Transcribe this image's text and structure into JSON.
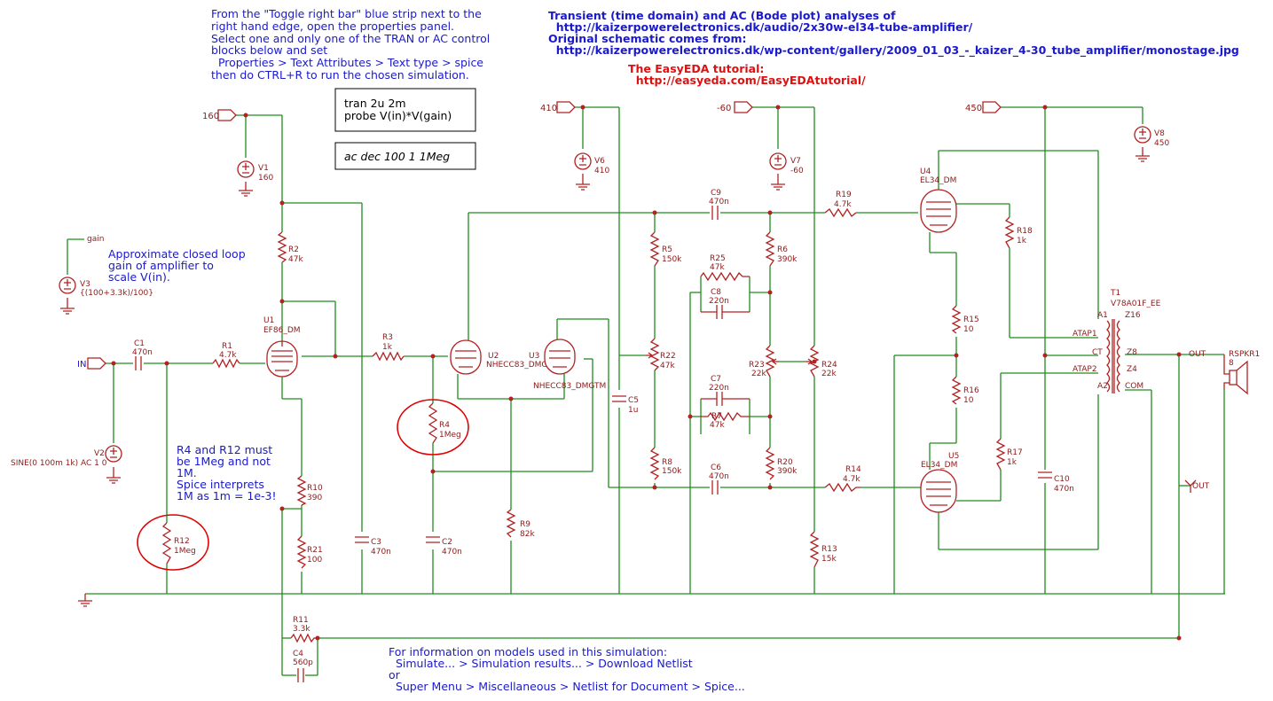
{
  "notes": {
    "intro": [
      "From the \"Toggle right bar\" blue strip next to the",
      "right hand edge, open the properties panel.",
      "Select one and only one of the TRAN or AC control",
      "blocks below and set",
      "  Properties > Text Attributes > Text type > spice",
      "then do CTRL+R to run the chosen simulation."
    ],
    "analyses": [
      "Transient (time domain) and AC (Bode plot) analyses of",
      "  http://kaizerpowerelectronics.dk/audio/2x30w-el34-tube-amplifier/",
      "Original schematic comes from:",
      "  http://kaizerpowerelectronics.dk/wp-content/gallery/2009_01_03_-_kaizer_4-30_tube_amplifier/monostage.jpg"
    ],
    "tutorial": [
      "The EasyEDA tutorial:",
      "  http://easyeda.com/EasyEDAtutorial/"
    ],
    "gain": [
      "Approximate closed loop",
      "gain of amplifier to",
      "scale V(in)."
    ],
    "r4r12": [
      "R4 and R12 must",
      "be 1Meg and not",
      "1M.",
      "Spice interprets",
      "1M as 1m = 1e-3!"
    ],
    "models": [
      "For information on models used in this simulation:",
      "  Simulate... > Simulation results... > Download Netlist",
      "or",
      "  Super Menu > Miscellaneous > Netlist for Document > Spice..."
    ]
  },
  "spice": {
    "tran": [
      "tran 2u 2m",
      "probe V(in)*V(gain)"
    ],
    "ac": "ac dec 100 1 1Meg"
  },
  "nets": {
    "v160": "160",
    "v410": "410",
    "vneg60": "-60",
    "v450": "450",
    "gain": "gain",
    "in": "IN",
    "out": "OUT",
    "out2": "OUT"
  },
  "components": {
    "V1": {
      "ref": "V1",
      "value": "160"
    },
    "V2": {
      "ref": "V2",
      "value": "SINE(0 100m 1k) AC 1 0"
    },
    "V3": {
      "ref": "V3",
      "value": "{(100+3.3k)/100}"
    },
    "V6": {
      "ref": "V6",
      "value": "410"
    },
    "V7": {
      "ref": "V7",
      "value": "-60"
    },
    "V8": {
      "ref": "V8",
      "value": "450"
    },
    "R1": {
      "ref": "R1",
      "value": "4.7k"
    },
    "R2": {
      "ref": "R2",
      "value": "47k"
    },
    "R3": {
      "ref": "R3",
      "value": "1k"
    },
    "R4": {
      "ref": "R4",
      "value": "1Meg"
    },
    "R5": {
      "ref": "R5",
      "value": "150k"
    },
    "R6": {
      "ref": "R6",
      "value": "390k"
    },
    "R7": {
      "ref": "R7",
      "value": "47k"
    },
    "R8": {
      "ref": "R8",
      "value": "150k"
    },
    "R9": {
      "ref": "R9",
      "value": "82k"
    },
    "R10": {
      "ref": "R10",
      "value": "390"
    },
    "R11": {
      "ref": "R11",
      "value": "3.3k"
    },
    "R12": {
      "ref": "R12",
      "value": "1Meg"
    },
    "R13": {
      "ref": "R13",
      "value": "15k"
    },
    "R14": {
      "ref": "R14",
      "value": "4.7k"
    },
    "R15": {
      "ref": "R15",
      "value": "10"
    },
    "R16": {
      "ref": "R16",
      "value": "10"
    },
    "R17": {
      "ref": "R17",
      "value": "1k"
    },
    "R18": {
      "ref": "R18",
      "value": "1k"
    },
    "R19": {
      "ref": "R19",
      "value": "4.7k"
    },
    "R20": {
      "ref": "R20",
      "value": "390k"
    },
    "R21": {
      "ref": "R21",
      "value": "100"
    },
    "R22": {
      "ref": "R22",
      "value": "47k"
    },
    "R23": {
      "ref": "R23",
      "value": "22k"
    },
    "R24": {
      "ref": "R24",
      "value": "22k"
    },
    "R25": {
      "ref": "R25",
      "value": "47k"
    },
    "C1": {
      "ref": "C1",
      "value": "470n"
    },
    "C2": {
      "ref": "C2",
      "value": "470n"
    },
    "C3": {
      "ref": "C3",
      "value": "470n"
    },
    "C4": {
      "ref": "C4",
      "value": "560p"
    },
    "C5": {
      "ref": "C5",
      "value": "1u"
    },
    "C6": {
      "ref": "C6",
      "value": "470n"
    },
    "C7": {
      "ref": "C7",
      "value": "220n"
    },
    "C8": {
      "ref": "C8",
      "value": "220n"
    },
    "C9": {
      "ref": "C9",
      "value": "470n"
    },
    "C10": {
      "ref": "C10",
      "value": "470n"
    },
    "U1": {
      "ref": "U1",
      "value": "EF86_DM"
    },
    "U2": {
      "ref": "U2",
      "value": "NHECC83_DMGTM"
    },
    "U3": {
      "ref": "U3",
      "value": "NHECC83_DMGTM"
    },
    "U4": {
      "ref": "U4",
      "value": "EL34_DM"
    },
    "U5": {
      "ref": "U5",
      "value": "EL34_DM"
    },
    "T1": {
      "ref": "T1",
      "value": "V78A01F_EE",
      "pins": {
        "a1": "A1",
        "atap1": "ATAP1",
        "ct": "CT",
        "atap2": "ATAP2",
        "a2": "A2",
        "z16": "Z16",
        "z8": "Z8",
        "z4": "Z4",
        "com": "COM"
      }
    },
    "RSPKR1": {
      "ref": "RSPKR1",
      "value": "8"
    }
  },
  "colors": {
    "wire": "#1e8c1e",
    "component": "#b22222",
    "note_text": "#1a1acc",
    "tutorial_text": "#dd1111",
    "highlight_ellipse": "#e00000"
  }
}
